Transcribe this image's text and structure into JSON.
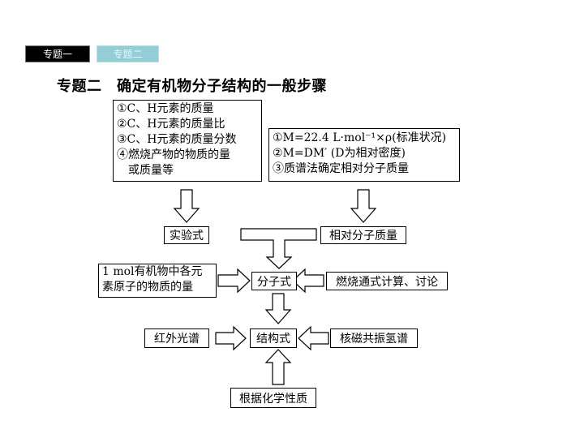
{
  "tabs": {
    "tab1": "专题一",
    "tab2": "专题二"
  },
  "title": "专题二　确定有机物分子结构的一般步骤",
  "boxes": {
    "elements_info": [
      "①C、H元素的质量",
      "②C、H元素的质量比",
      "③C、H元素的质量分数",
      "④燃烧产物的物质的量",
      "　或质量等"
    ],
    "mass_methods": [
      "①M=22.4 L·mol⁻¹×ρ(标准状况)",
      "②M=DM′ (D为相对密度)",
      "③质谱法确定相对分子质量"
    ],
    "empirical_formula": "实验式",
    "relative_molecular_mass": "相对分子质量",
    "atom_moles": [
      "1 mol有机物中各元",
      "素原子的物质的量"
    ],
    "molecular_formula": "分子式",
    "combustion_formula": "燃烧通式计算、讨论",
    "ir_spectrum": "红外光谱",
    "structural_formula": "结构式",
    "nmr_spectrum": "核磁共振氢谱",
    "chemical_properties": "根据化学性质"
  }
}
